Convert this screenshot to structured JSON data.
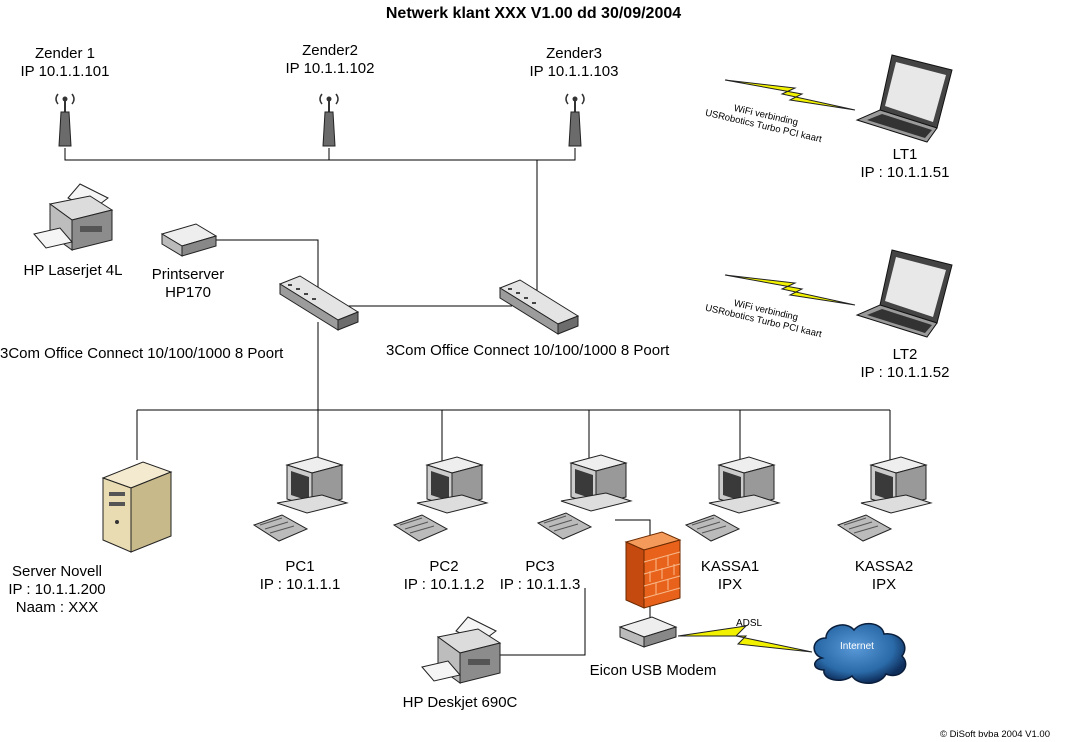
{
  "title": "Netwerk klant XXX  V1.00 dd 30/09/2004",
  "copyright": "© DiSoft bvba 2004 V1.00",
  "access_points": [
    {
      "name": "Zender 1",
      "ip": "IP 10.1.1.101"
    },
    {
      "name": "Zender2",
      "ip": "IP 10.1.1.102"
    },
    {
      "name": "Zender3",
      "ip": "IP 10.1.1.103"
    }
  ],
  "laptops": [
    {
      "name": "LT1",
      "ip": "IP : 10.1.1.51",
      "wifi_line1": "WiFi verbinding",
      "wifi_line2": "USRobotics Turbo PCI kaart"
    },
    {
      "name": "LT2",
      "ip": "IP : 10.1.1.52",
      "wifi_line1": "WiFi verbinding",
      "wifi_line2": "USRobotics Turbo PCI kaart"
    }
  ],
  "printer_main": "HP Laserjet 4L",
  "printserver": {
    "line1": "Printserver",
    "line2": "HP170"
  },
  "switches": [
    {
      "label": "3Com Office Connect 10/100/1000 8 Poort"
    },
    {
      "label": "3Com Office Connect 10/100/1000 8 Poort"
    }
  ],
  "server": {
    "name": "Server Novell",
    "ip": "IP : 10.1.1.200",
    "naam": "Naam : XXX"
  },
  "pcs": [
    {
      "name": "PC1",
      "ip": "IP : 10.1.1.1"
    },
    {
      "name": "PC2",
      "ip": "IP : 10.1.1.2"
    },
    {
      "name": "PC3",
      "ip": "IP : 10.1.1.3"
    },
    {
      "name": "KASSA1",
      "ip": "IPX"
    },
    {
      "name": "KASSA2",
      "ip": "IPX"
    }
  ],
  "printer_pc3": "HP Deskjet 690C",
  "modem": "Eicon USB Modem",
  "adsl": "ADSL",
  "internet": "Internet",
  "colors": {
    "firewall": "#e8621c",
    "bolt": "#f2f200",
    "cloud": "#2a6aa8"
  }
}
